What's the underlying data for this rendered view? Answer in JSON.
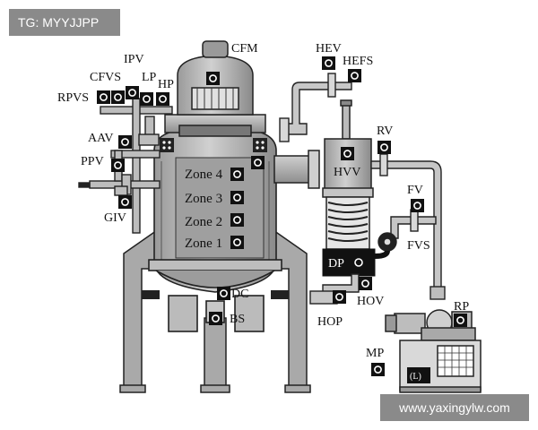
{
  "watermark": {
    "tag": "TG: MYYJJPP",
    "site": "www.yaxingylw.com"
  },
  "labels": {
    "cfm": "CFM",
    "hev": "HEV",
    "hefs": "HEFS",
    "ipv": "IPV",
    "cfvs": "CFVS",
    "lp": "LP",
    "hp": "HP",
    "rpvs": "RPVS",
    "aav": "AAV",
    "ppv": "PPV",
    "giv": "GIV",
    "rv": "RV",
    "hvv": "HVV",
    "fv": "FV",
    "fvs": "FVS",
    "dp": "DP",
    "hov": "HOV",
    "hop": "HOP",
    "dc": "DC",
    "bs": "BS",
    "rp": "RP",
    "mp": "MP",
    "l": "(L)"
  },
  "zones": [
    "Zone 4",
    "Zone 3",
    "Zone 2",
    "Zone 1"
  ]
}
